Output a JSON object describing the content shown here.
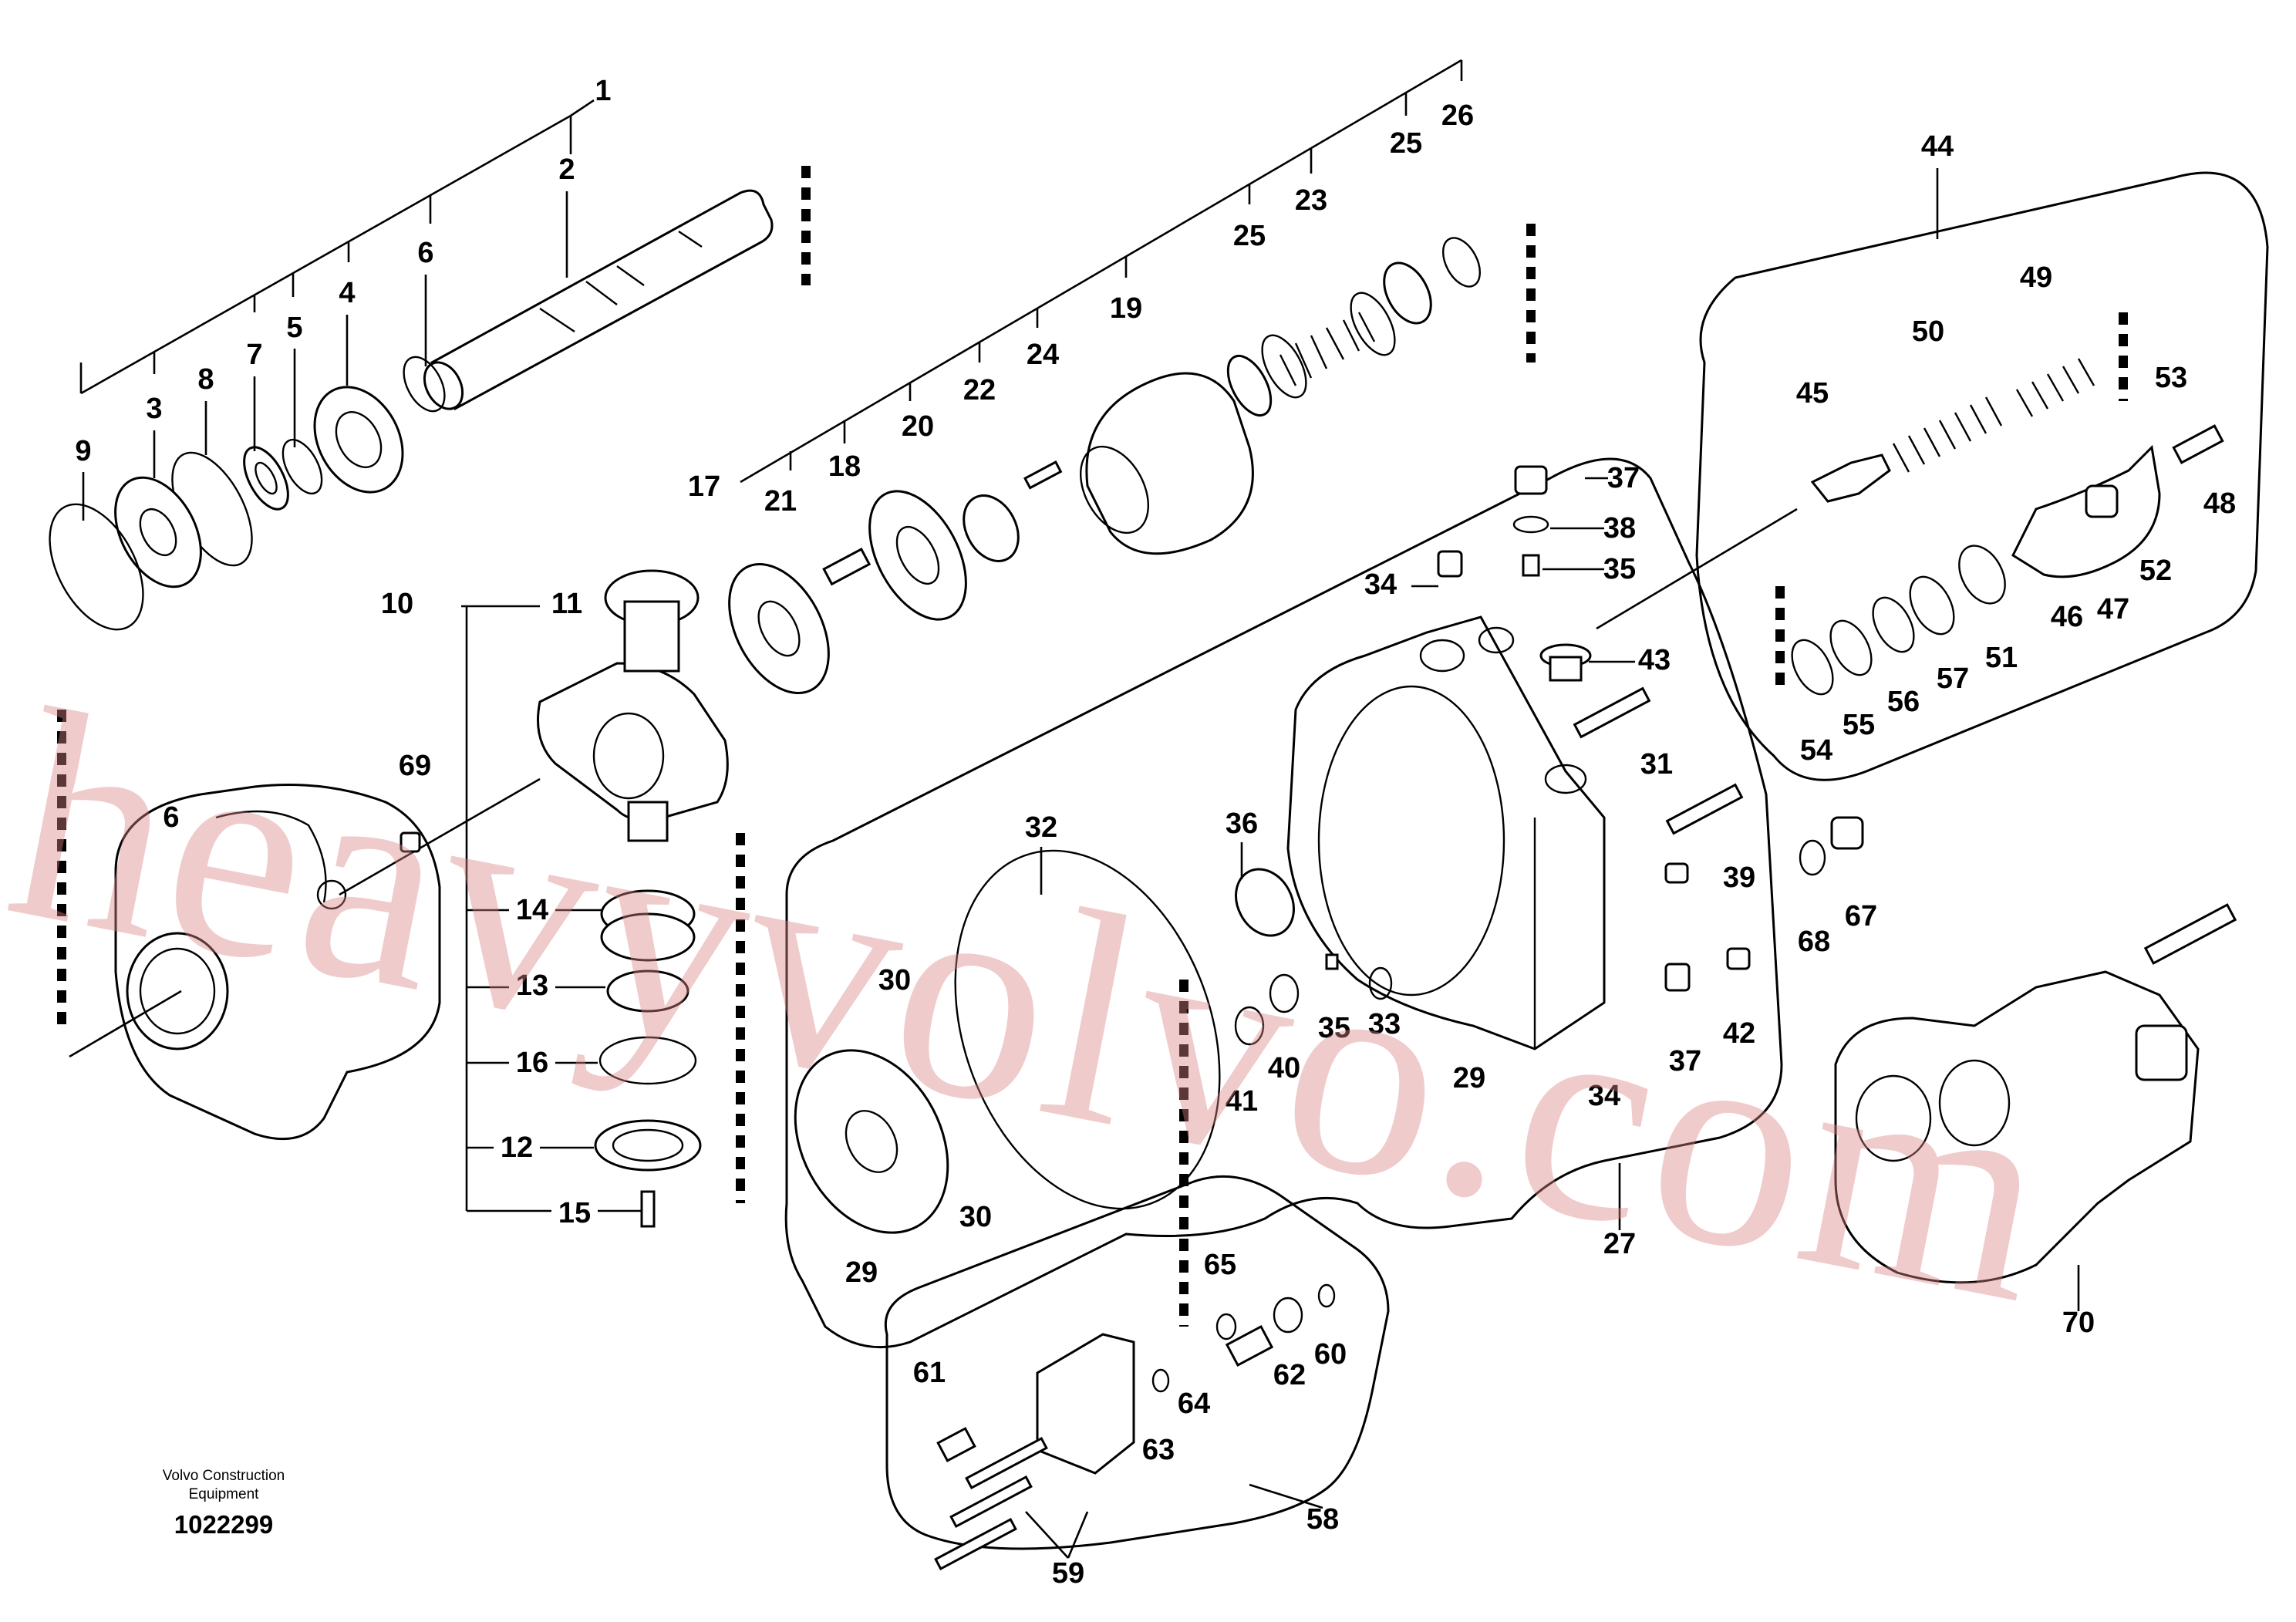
{
  "diagram": {
    "part_labels": [
      "1",
      "2",
      "3",
      "4",
      "5",
      "6",
      "6",
      "7",
      "8",
      "9",
      "10",
      "11",
      "12",
      "13",
      "14",
      "15",
      "16",
      "17",
      "18",
      "19",
      "20",
      "21",
      "22",
      "23",
      "24",
      "25",
      "25",
      "26",
      "27",
      "29",
      "30",
      "30",
      "31",
      "32",
      "33",
      "34",
      "34",
      "35",
      "35",
      "36",
      "37",
      "37",
      "38",
      "39",
      "40",
      "41",
      "42",
      "43",
      "44",
      "45",
      "46",
      "47",
      "48",
      "49",
      "50",
      "51",
      "52",
      "53",
      "54",
      "55",
      "56",
      "57",
      "58",
      "59",
      "60",
      "61",
      "62",
      "63",
      "64",
      "65",
      "67",
      "68",
      "69",
      "70",
      "29"
    ],
    "footer": {
      "brand": "Volvo Construction\nEquipment",
      "reference": "1022299"
    },
    "watermark": "heavyvolvo.com"
  }
}
